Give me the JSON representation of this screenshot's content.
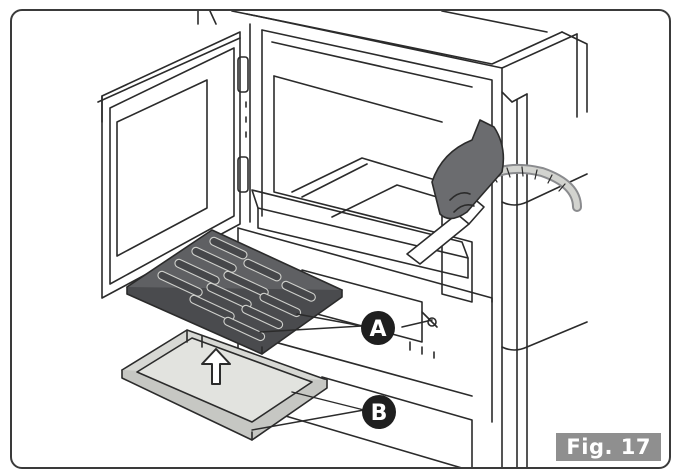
{
  "figure": {
    "label": "Fig. 17",
    "callouts": [
      {
        "letter": "A",
        "target": "grate"
      },
      {
        "letter": "B",
        "target": "ash-drawer"
      }
    ],
    "colors": {
      "line": "#2b2b2b",
      "grate_fill": "#5f6063",
      "grate_slot": "#46474a",
      "drawer_fill": "#d7d8d4",
      "callout_fill": "#1f1f1f",
      "badge_fill": "#8f8f8f"
    }
  }
}
